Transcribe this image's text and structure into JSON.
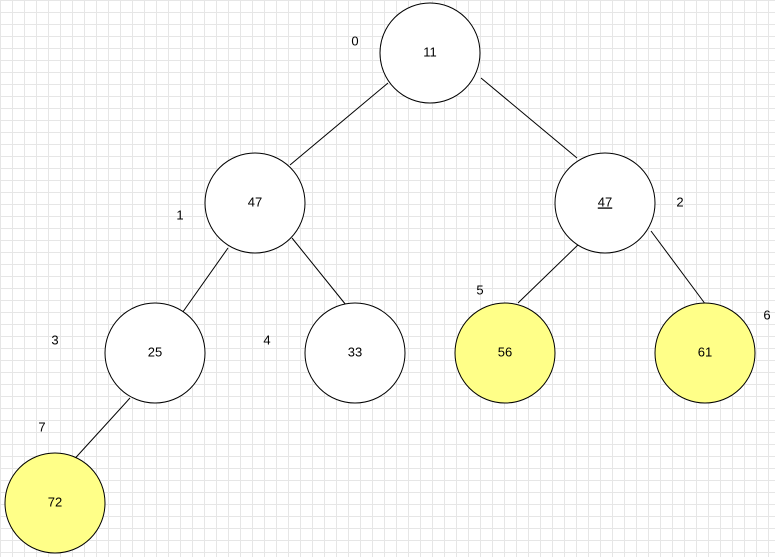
{
  "diagram": {
    "fill_default": "#ffffff",
    "fill_highlight": "#ffff88",
    "nodes": [
      {
        "index": "0",
        "value": "11",
        "highlighted": false,
        "underlined": false
      },
      {
        "index": "1",
        "value": "47",
        "highlighted": false,
        "underlined": false
      },
      {
        "index": "2",
        "value": "47",
        "highlighted": false,
        "underlined": true
      },
      {
        "index": "3",
        "value": "25",
        "highlighted": false,
        "underlined": false
      },
      {
        "index": "4",
        "value": "33",
        "highlighted": false,
        "underlined": false
      },
      {
        "index": "5",
        "value": "56",
        "highlighted": true,
        "underlined": false
      },
      {
        "index": "6",
        "value": "61",
        "highlighted": true,
        "underlined": false
      },
      {
        "index": "7",
        "value": "72",
        "highlighted": true,
        "underlined": false
      }
    ]
  }
}
